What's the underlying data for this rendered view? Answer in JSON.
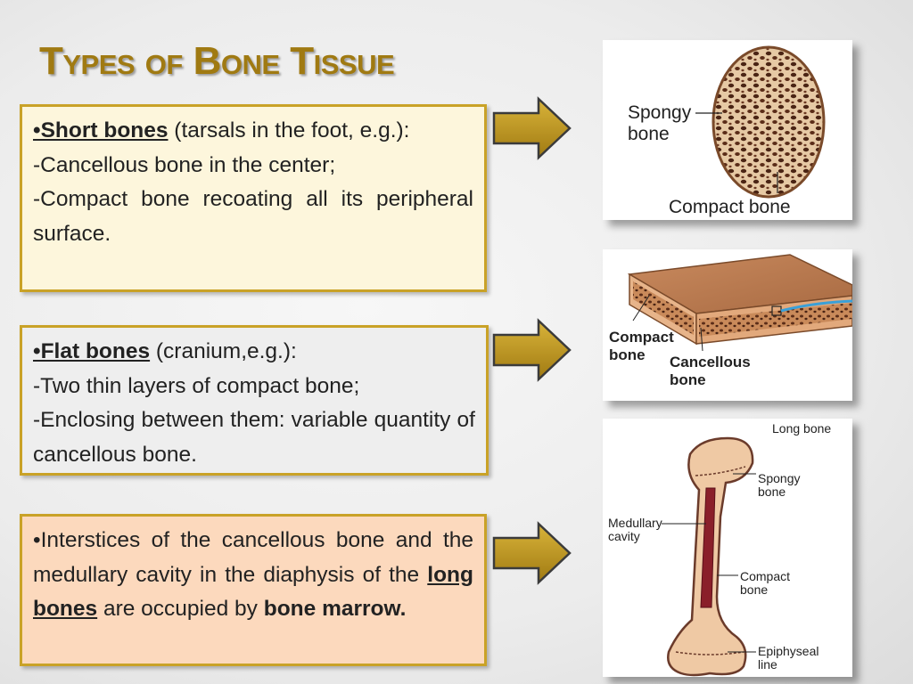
{
  "title": "Types of Bone Tissue",
  "boxes": {
    "short": {
      "term": "•Short bones",
      "rest": " (tarsals in the foot, e.g.):",
      "line1": "-Cancellous bone in the center;",
      "line2": "-Compact bone recoating all its peripheral surface."
    },
    "flat": {
      "term": "•Flat bones",
      "rest": " (cranium,e.g.):",
      "line1": "-Two thin layers of compact bone;",
      "line2": "-Enclosing between them: variable quantity of cancellous bone."
    },
    "long": {
      "text1": "•Interstices of the cancellous bone and the medullary cavity  in the diaphysis of the ",
      "term": "long bones",
      "text2": " are occupied by ",
      "marrow": "bone marrow."
    }
  },
  "images": {
    "short": {
      "spongy": [
        "Spongy",
        "bone"
      ],
      "compact": "Compact bone"
    },
    "flat": {
      "compact": [
        "Compact",
        "bone"
      ],
      "cancellous": [
        "Cancellous",
        "bone"
      ]
    },
    "long": {
      "title": "Long bone",
      "spongy": [
        "Spongy",
        "bone"
      ],
      "medullary": [
        "Medullary",
        "cavity"
      ],
      "compact": [
        "Compact",
        "bone"
      ],
      "epiphyseal": [
        "Epiphyseal",
        "line"
      ]
    }
  },
  "colors": {
    "title": "#a07a12",
    "border": "#c9a227",
    "box_short": "#fdf6dc",
    "box_flat": "#eeeeee",
    "box_long": "#fcd9bd",
    "arrow": "#c9a227"
  }
}
